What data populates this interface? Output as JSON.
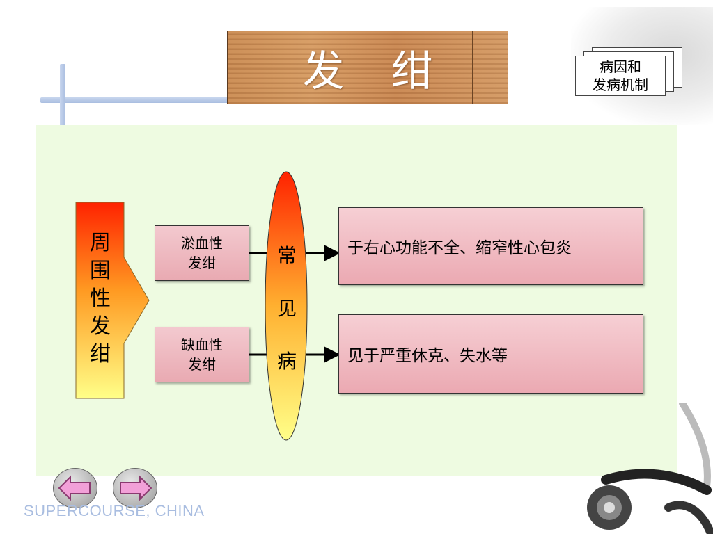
{
  "title": "发 绀",
  "tag": {
    "line1": "病因和",
    "line2": "发病机制"
  },
  "left_block": {
    "label": "周围性发绀"
  },
  "small_boxes": [
    {
      "line1": "淤血性",
      "line2": "发绀"
    },
    {
      "line1": "缺血性",
      "line2": "发绀"
    }
  ],
  "oval": {
    "label": "常见病"
  },
  "right_boxes": [
    {
      "text": "于右心功能不全、缩窄性心包炎"
    },
    {
      "text": "见于严重休克、失水等"
    }
  ],
  "footer": "SUPERCOURSE, CHINA",
  "colors": {
    "panel": "#eefbe1",
    "box_pink": "#f0b9c0",
    "gradient_top": "#ff2200",
    "gradient_bottom": "#ffff88"
  },
  "icons": {
    "prev": "left-arrow-icon",
    "next": "right-arrow-icon"
  }
}
